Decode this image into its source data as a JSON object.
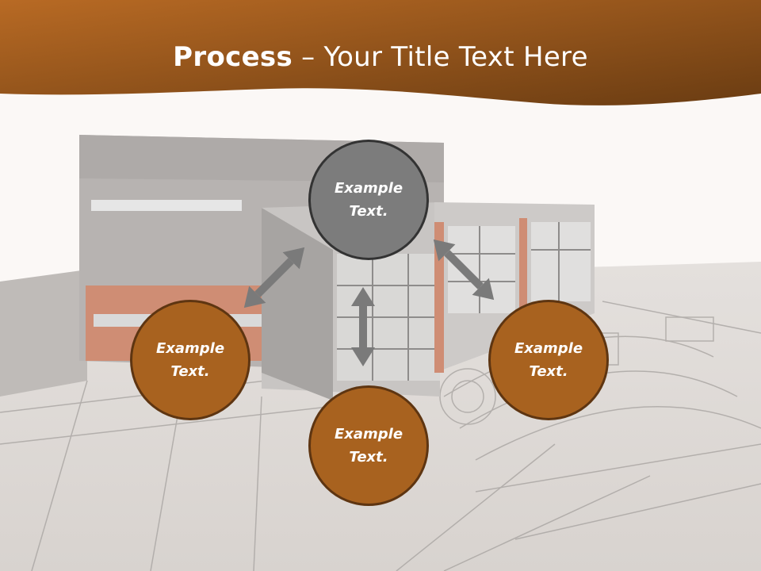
{
  "header": {
    "title_bold": "Process",
    "title_rest": " – Your Title Text Here"
  },
  "diagram": {
    "nodes": [
      {
        "label": "Example Text."
      },
      {
        "label": "Example Text."
      },
      {
        "label": "Example Text."
      },
      {
        "label": "Example Text."
      }
    ]
  },
  "colors": {
    "header_start": "#b86a24",
    "header_end": "#6a3c12",
    "node_fill": "#a8621f",
    "node_border": "#5e3511",
    "center_node_fill": "#7c7c7c",
    "arrow": "#7a7a7a"
  }
}
